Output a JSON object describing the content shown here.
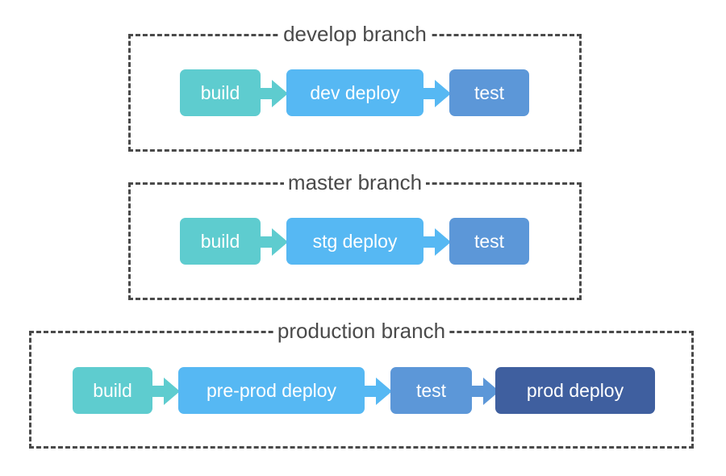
{
  "colors": {
    "build": "#5ecccf",
    "deploy": "#56b8f3",
    "test": "#5c97d8",
    "prod": "#3f5f9f",
    "border": "#4a4a4a"
  },
  "branches": [
    {
      "title": "develop branch",
      "steps": [
        {
          "label": "build"
        },
        {
          "label": "dev deploy"
        },
        {
          "label": "test"
        }
      ]
    },
    {
      "title": "master branch",
      "steps": [
        {
          "label": "build"
        },
        {
          "label": "stg deploy"
        },
        {
          "label": "test"
        }
      ]
    },
    {
      "title": "production branch",
      "steps": [
        {
          "label": "build"
        },
        {
          "label": "pre-prod deploy"
        },
        {
          "label": "test"
        },
        {
          "label": "prod deploy"
        }
      ]
    }
  ]
}
